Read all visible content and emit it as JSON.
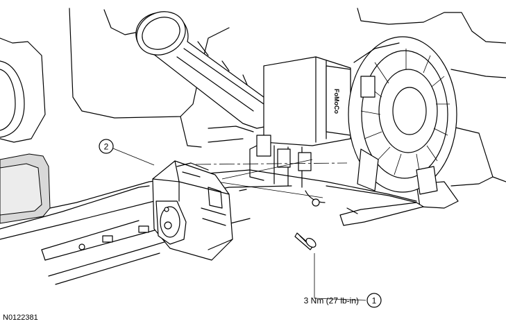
{
  "callouts": [
    {
      "id": "callout-1",
      "number": "1",
      "label": "3 Nm (27 lb-in)"
    },
    {
      "id": "callout-2",
      "number": "2",
      "label": ""
    }
  ],
  "component_markings": {
    "switch_label": "FoMoCo"
  },
  "figure_id": "N0122381"
}
